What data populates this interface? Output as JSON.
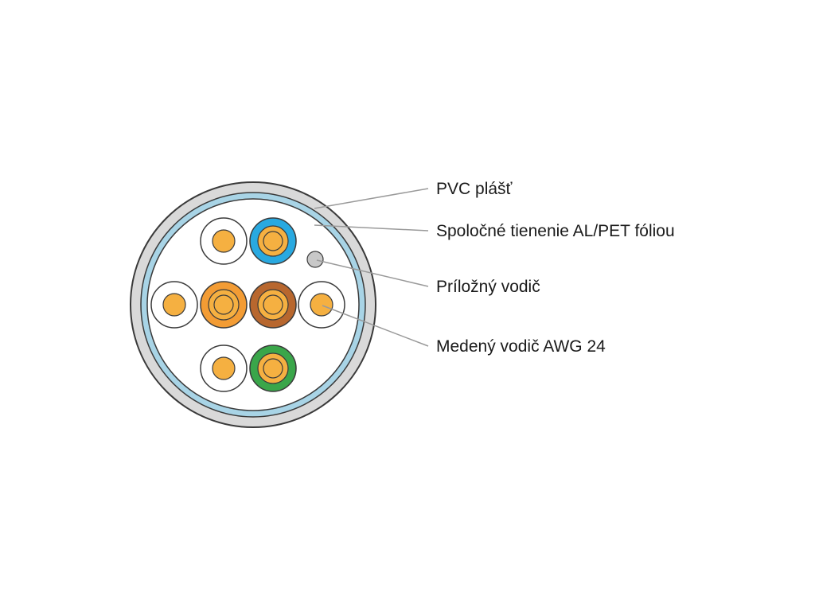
{
  "diagram": {
    "labels": {
      "jacket": "PVC plášť",
      "shield": "Spoločné tienenie AL/PET fóliou",
      "drain_wire": "Príložný vodič",
      "copper_conductor": "Medený vodič AWG 24"
    },
    "colors": {
      "jacket": "#d9d9d9",
      "shield_foil": "#a8d4e6",
      "inner_fill": "#ffffff",
      "outline": "#3a3a3a",
      "copper_core": "#f5b041",
      "white_insulation": "#ffffff",
      "blue_insulation": "#29a9e0",
      "orange_insulation": "#f39c34",
      "brown_insulation": "#b8672e",
      "green_insulation": "#3aa64a",
      "drain_wire": "#c8c8c8",
      "leader_line": "#9a9a9a"
    },
    "conductors": [
      {
        "name": "white-blue",
        "insulation": "white"
      },
      {
        "name": "blue",
        "insulation": "blue"
      },
      {
        "name": "white-orange",
        "insulation": "white"
      },
      {
        "name": "orange",
        "insulation": "orange"
      },
      {
        "name": "brown",
        "insulation": "brown"
      },
      {
        "name": "white-brown",
        "insulation": "white"
      },
      {
        "name": "white-green",
        "insulation": "white"
      },
      {
        "name": "green",
        "insulation": "green"
      }
    ]
  }
}
